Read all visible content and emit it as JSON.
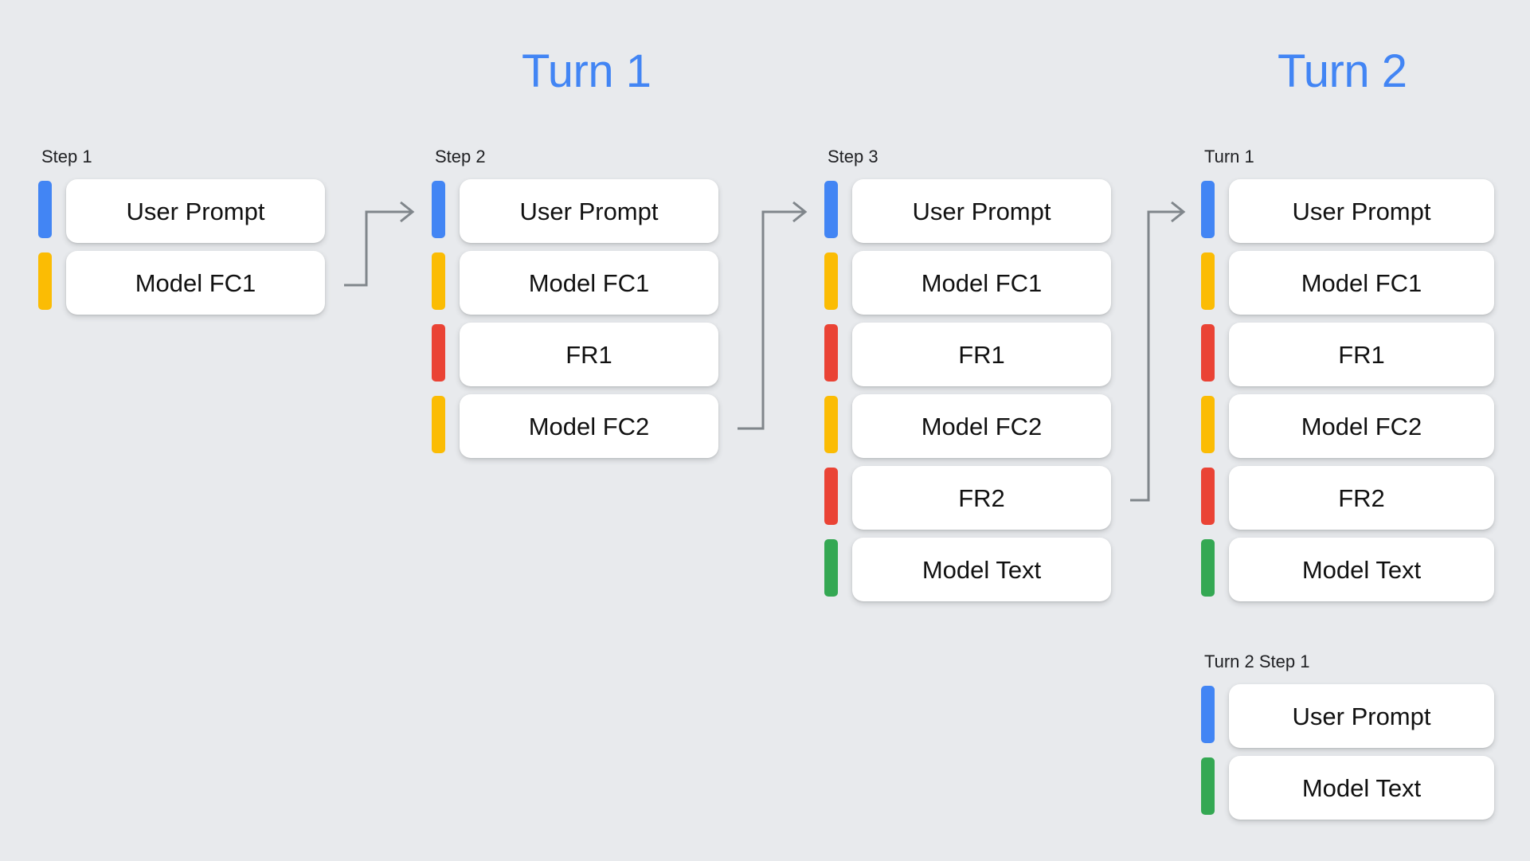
{
  "background_color": "#e8eaed",
  "headings": [
    {
      "label": "Turn 1"
    },
    {
      "label": "Turn 2"
    }
  ],
  "palette": {
    "user_prompt": "#4285f4",
    "model_function_call": "#fbbc04",
    "function_response": "#ea4335",
    "model_text": "#34a853",
    "accent_blue": "#4285f4",
    "card_background": "#ffffff",
    "connector_gray": "#80868b",
    "text_primary": "#202124"
  },
  "columns": [
    {
      "id": "step1",
      "label": "Step 1",
      "rows": [
        {
          "label": "User Prompt",
          "color": "#4285f4",
          "kind": "user-prompt"
        },
        {
          "label": "Model FC1",
          "color": "#fbbc04",
          "kind": "model-function-call"
        }
      ]
    },
    {
      "id": "step2",
      "label": "Step 2",
      "rows": [
        {
          "label": "User Prompt",
          "color": "#4285f4",
          "kind": "user-prompt"
        },
        {
          "label": "Model FC1",
          "color": "#fbbc04",
          "kind": "model-function-call"
        },
        {
          "label": "FR1",
          "color": "#ea4335",
          "kind": "function-response"
        },
        {
          "label": "Model FC2",
          "color": "#fbbc04",
          "kind": "model-function-call"
        }
      ]
    },
    {
      "id": "step3",
      "label": "Step 3",
      "rows": [
        {
          "label": "User Prompt",
          "color": "#4285f4",
          "kind": "user-prompt"
        },
        {
          "label": "Model FC1",
          "color": "#fbbc04",
          "kind": "model-function-call"
        },
        {
          "label": "FR1",
          "color": "#ea4335",
          "kind": "function-response"
        },
        {
          "label": "Model FC2",
          "color": "#fbbc04",
          "kind": "model-function-call"
        },
        {
          "label": "FR2",
          "color": "#ea4335",
          "kind": "function-response"
        },
        {
          "label": "Model Text",
          "color": "#34a853",
          "kind": "model-text"
        }
      ]
    },
    {
      "id": "turn1",
      "label": "Turn 1",
      "rows": [
        {
          "label": "User Prompt",
          "color": "#4285f4",
          "kind": "user-prompt"
        },
        {
          "label": "Model FC1",
          "color": "#fbbc04",
          "kind": "model-function-call"
        },
        {
          "label": "FR1",
          "color": "#ea4335",
          "kind": "function-response"
        },
        {
          "label": "Model FC2",
          "color": "#fbbc04",
          "kind": "model-function-call"
        },
        {
          "label": "FR2",
          "color": "#ea4335",
          "kind": "function-response"
        },
        {
          "label": "Model Text",
          "color": "#34a853",
          "kind": "model-text"
        }
      ]
    },
    {
      "id": "turn2step1",
      "label": "Turn 2 Step 1",
      "rows": [
        {
          "label": "User Prompt",
          "color": "#4285f4",
          "kind": "user-prompt"
        },
        {
          "label": "Model Text",
          "color": "#34a853",
          "kind": "model-text"
        }
      ]
    }
  ],
  "connectors": [
    {
      "id": "step1-to-step2",
      "from": "Model FC1",
      "to": "User Prompt",
      "icon": "arrow-right-icon"
    },
    {
      "id": "step2-to-step3",
      "from": "Model FC2",
      "to": "User Prompt",
      "icon": "arrow-right-icon"
    },
    {
      "id": "step3-to-turn1",
      "from": "FR2",
      "to": "User Prompt",
      "icon": "arrow-right-icon"
    }
  ]
}
